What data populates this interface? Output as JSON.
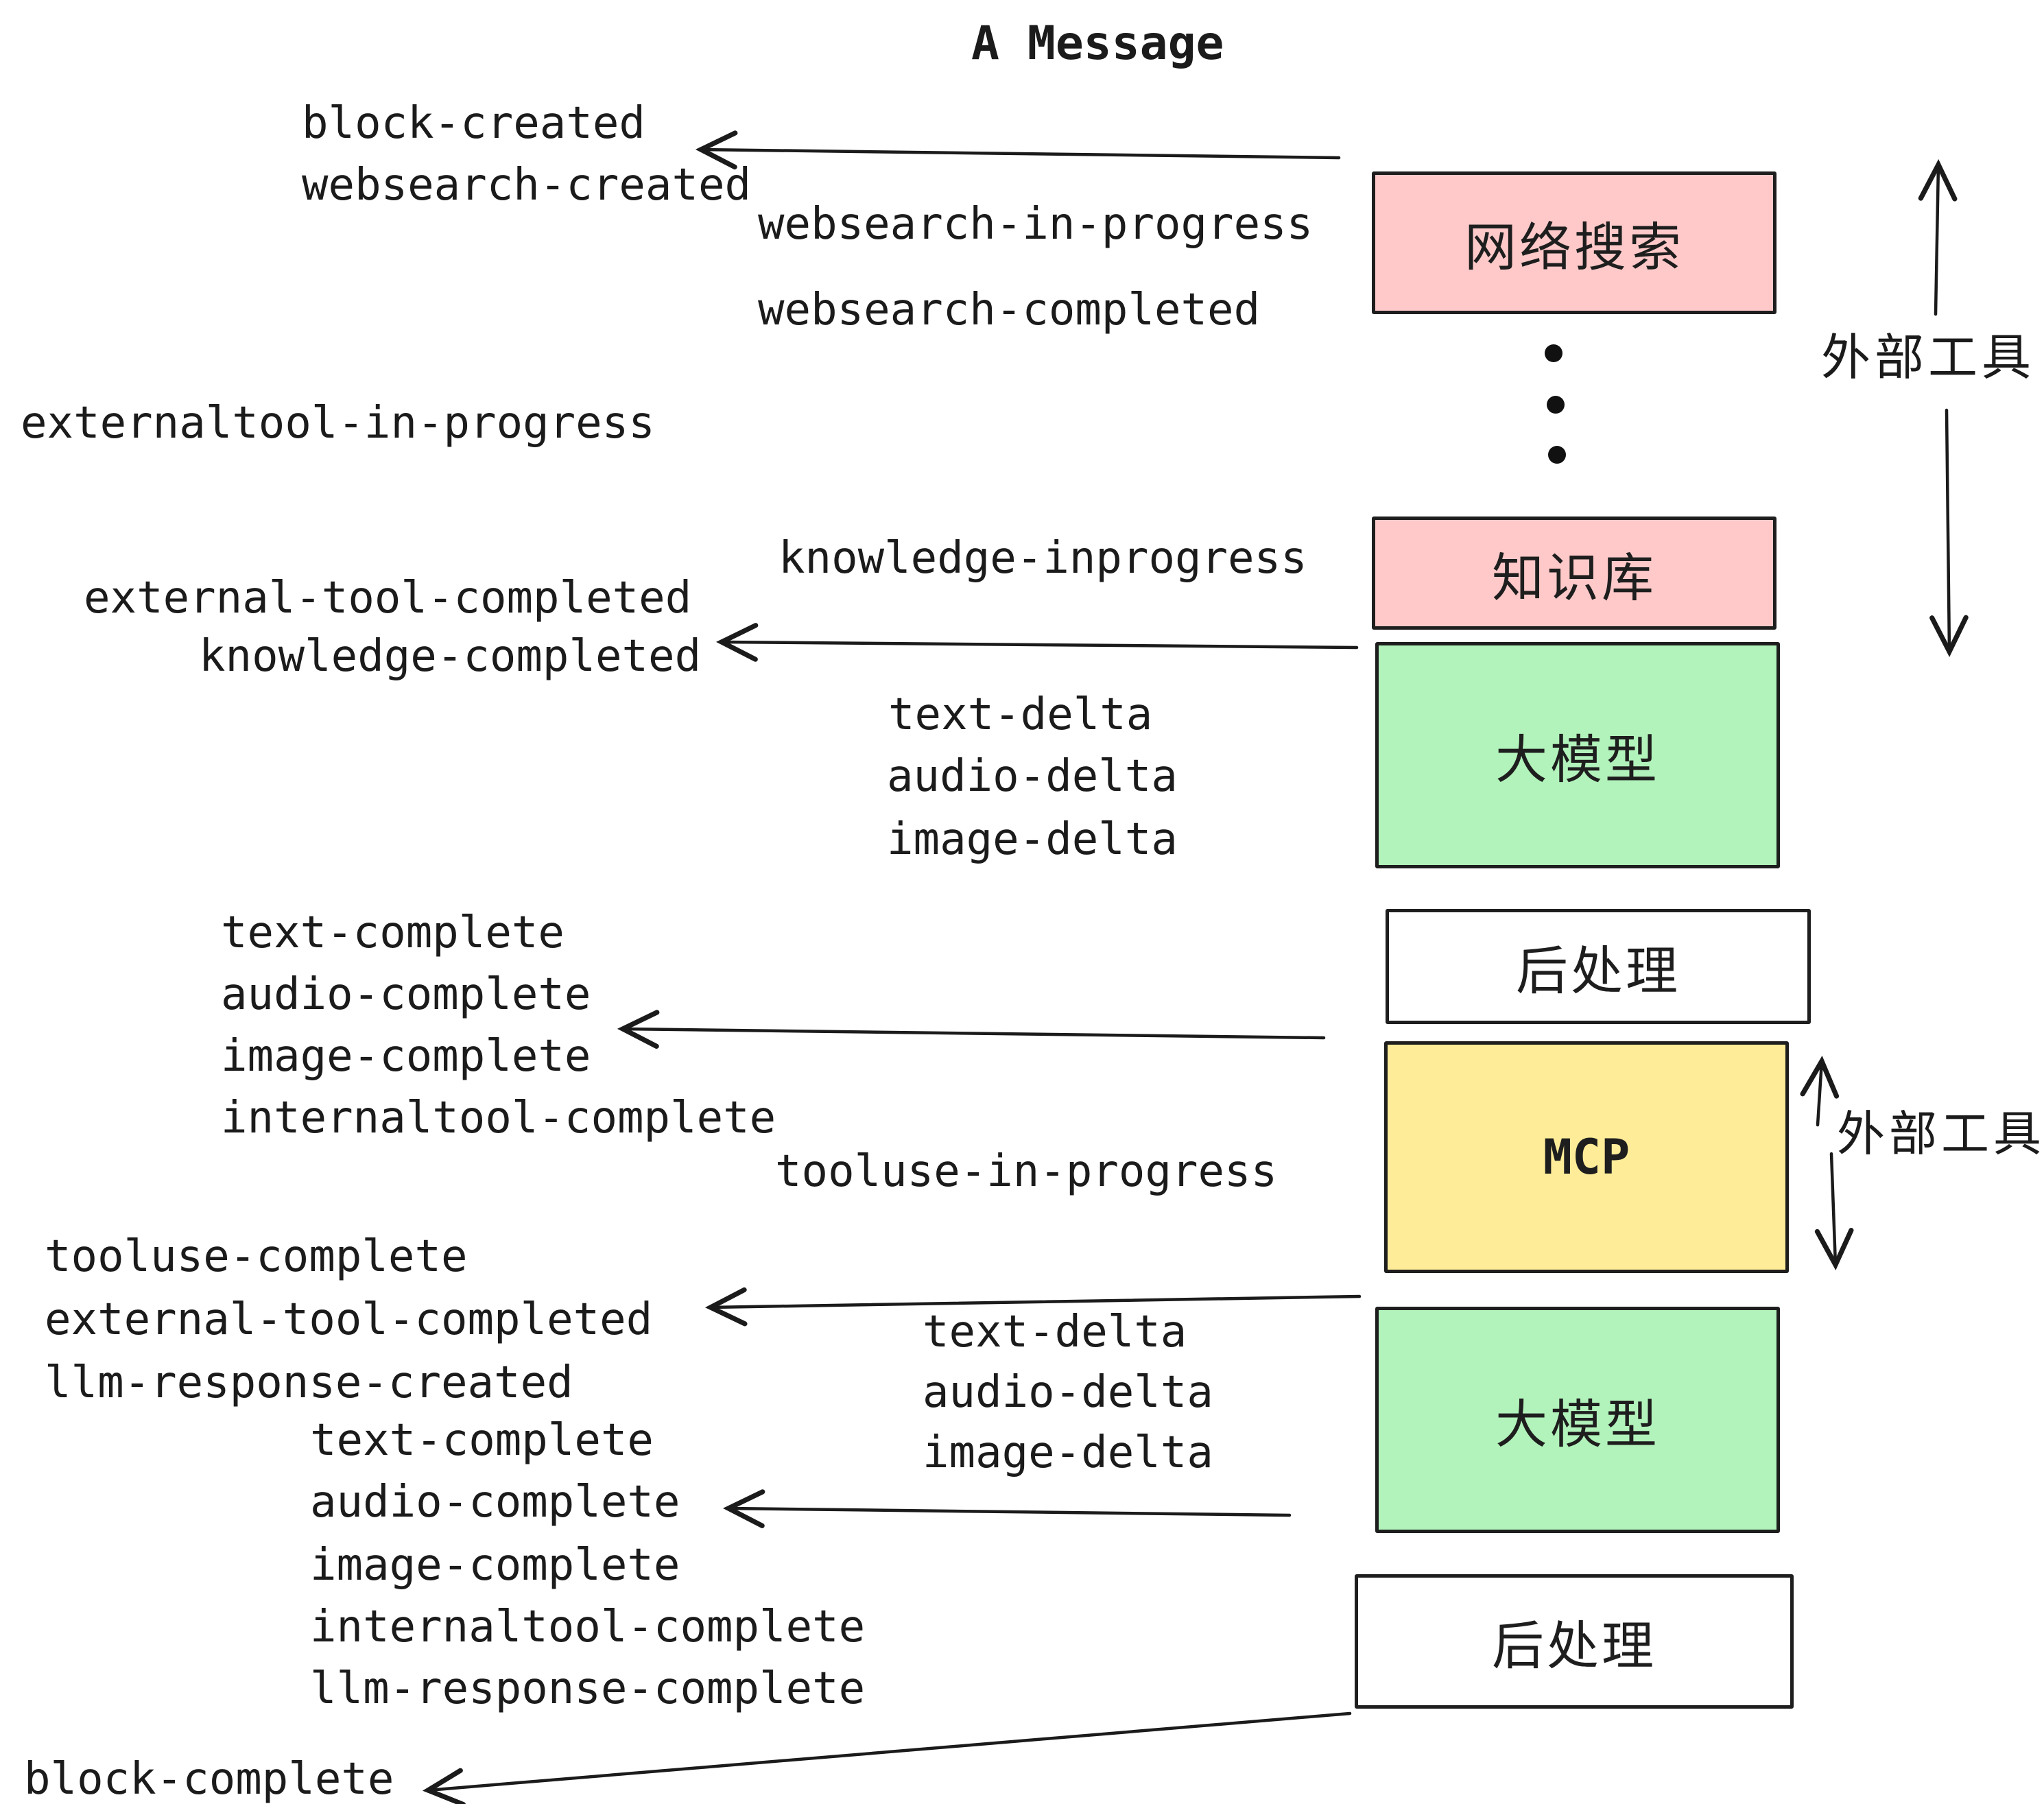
{
  "title": "A Message",
  "events": {
    "block_created": "block-created",
    "websearch_created": "websearch-created",
    "websearch_in_progress": "websearch-in-progress",
    "websearch_completed": "websearch-completed",
    "externaltool_in_progress": "externaltool-in-progress",
    "knowledge_inprogress": "knowledge-inprogress",
    "external_tool_completed": "external-tool-completed",
    "knowledge_completed": "knowledge-completed",
    "text_delta": "text-delta",
    "audio_delta": "audio-delta",
    "image_delta": "image-delta",
    "text_complete": "text-complete",
    "audio_complete": "audio-complete",
    "image_complete": "image-complete",
    "internaltool_complete": "internaltool-complete",
    "tooluse_in_progress": "tooluse-in-progress",
    "tooluse_complete": "tooluse-complete",
    "external_tool_completed_2": "external-tool-completed",
    "llm_response_created": "llm-response-created",
    "text_complete_2": "text-complete",
    "audio_complete_2": "audio-complete",
    "image_complete_2": "image-complete",
    "internaltool_complete_2": "internaltool-complete",
    "llm_response_complete": "llm-response-complete",
    "text_delta_2": "text-delta",
    "audio_delta_2": "audio-delta",
    "image_delta_2": "image-delta",
    "block_complete": "block-complete"
  },
  "boxes": {
    "websearch": {
      "label": "网络搜索",
      "color": "#ffc9c9"
    },
    "knowledge": {
      "label": "知识库",
      "color": "#ffc9c9"
    },
    "llm1": {
      "label": "大模型",
      "color": "#b2f2bb"
    },
    "post1": {
      "label": "后处理",
      "color": "#ffffff"
    },
    "mcp": {
      "label": "MCP",
      "color": "#ffec99"
    },
    "llm2": {
      "label": "大模型",
      "color": "#b2f2bb"
    },
    "post2": {
      "label": "后处理",
      "color": "#ffffff"
    }
  },
  "annotations": {
    "external_tools_1": "外部工具",
    "external_tools_2": "外部工具"
  },
  "colors": {
    "ink": "#1b1b1b",
    "box_border": "#1e1e1e",
    "pink": "#ffc9c9",
    "green": "#b2f2bb",
    "yellow": "#ffec99",
    "white": "#ffffff"
  }
}
